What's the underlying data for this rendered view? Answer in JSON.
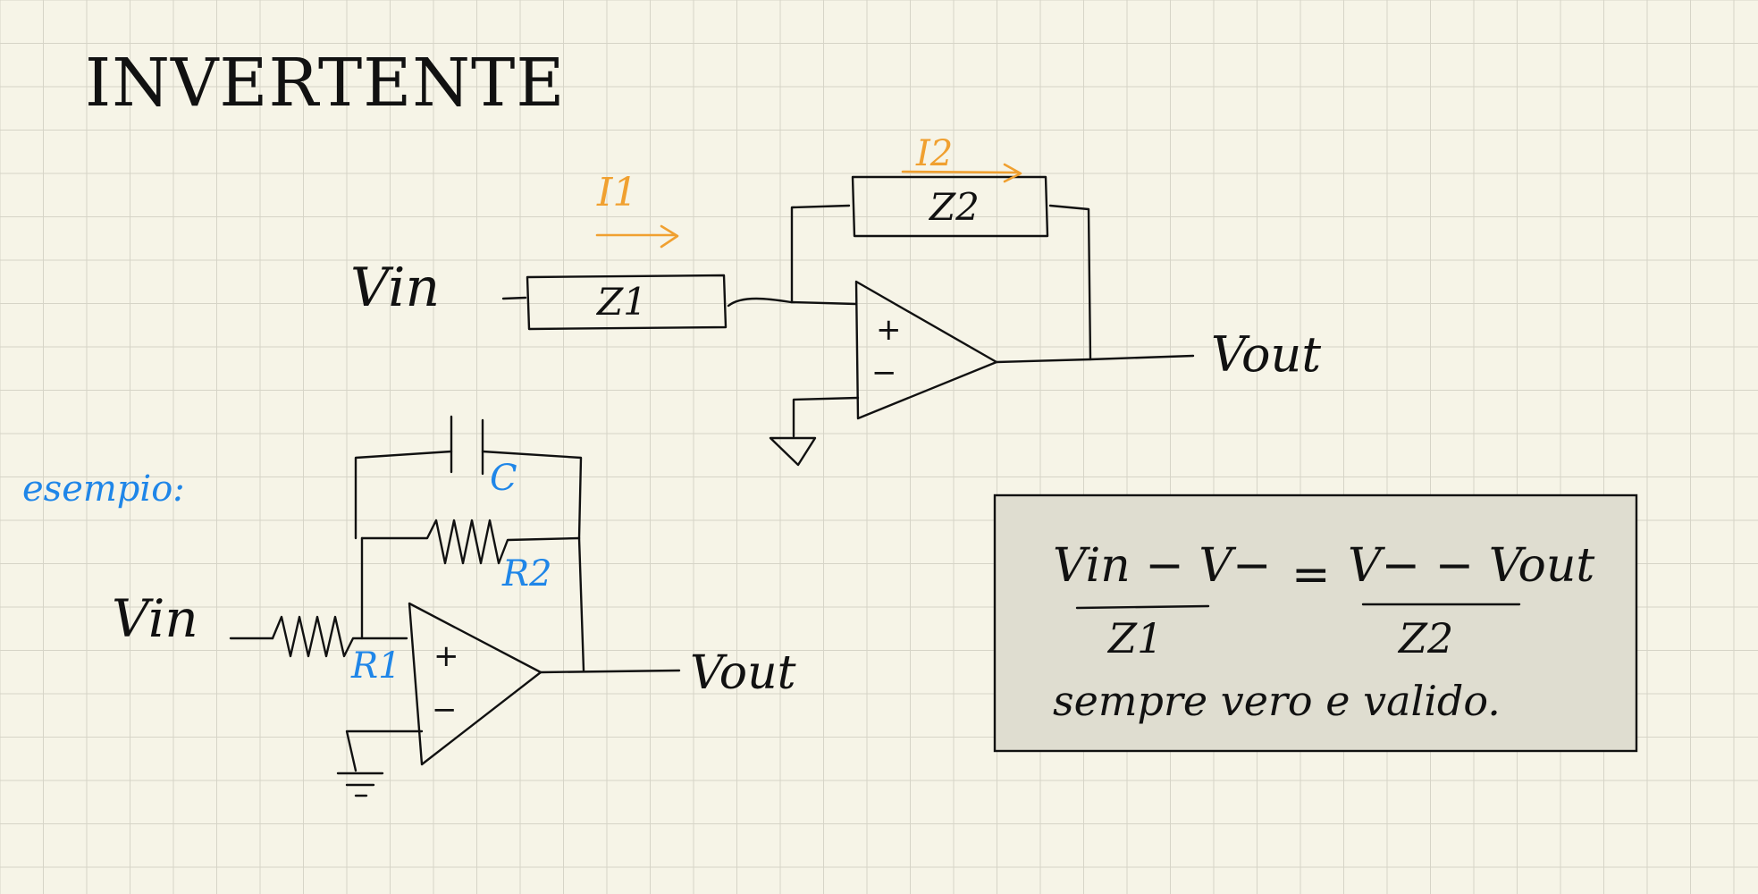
{
  "title": "INVERTENTE",
  "colors": {
    "paper": "#f6f4e7",
    "grid": "#d6d4c7",
    "ink": "#111111",
    "accent_orange": "#f0a030",
    "accent_blue": "#1f86e8",
    "note_box_fill": "#dfddd0"
  },
  "circuit_main": {
    "vin": "Vin",
    "z1": "Z1",
    "z2": "Z2",
    "i1": "I1",
    "i2": "I2",
    "plus": "+",
    "minus": "−",
    "vout": "Vout"
  },
  "example": {
    "label": "esempio:",
    "vin": "Vin",
    "r1": "R1",
    "r2": "R2",
    "c": "C",
    "plus": "+",
    "minus": "−",
    "vout": "Vout"
  },
  "note": {
    "lhs_num": "Vin − V−",
    "lhs_den": "Z1",
    "equals": "=",
    "rhs_num": "V− − Vout",
    "rhs_den": "Z2",
    "caption": "sempre vero e valido."
  }
}
